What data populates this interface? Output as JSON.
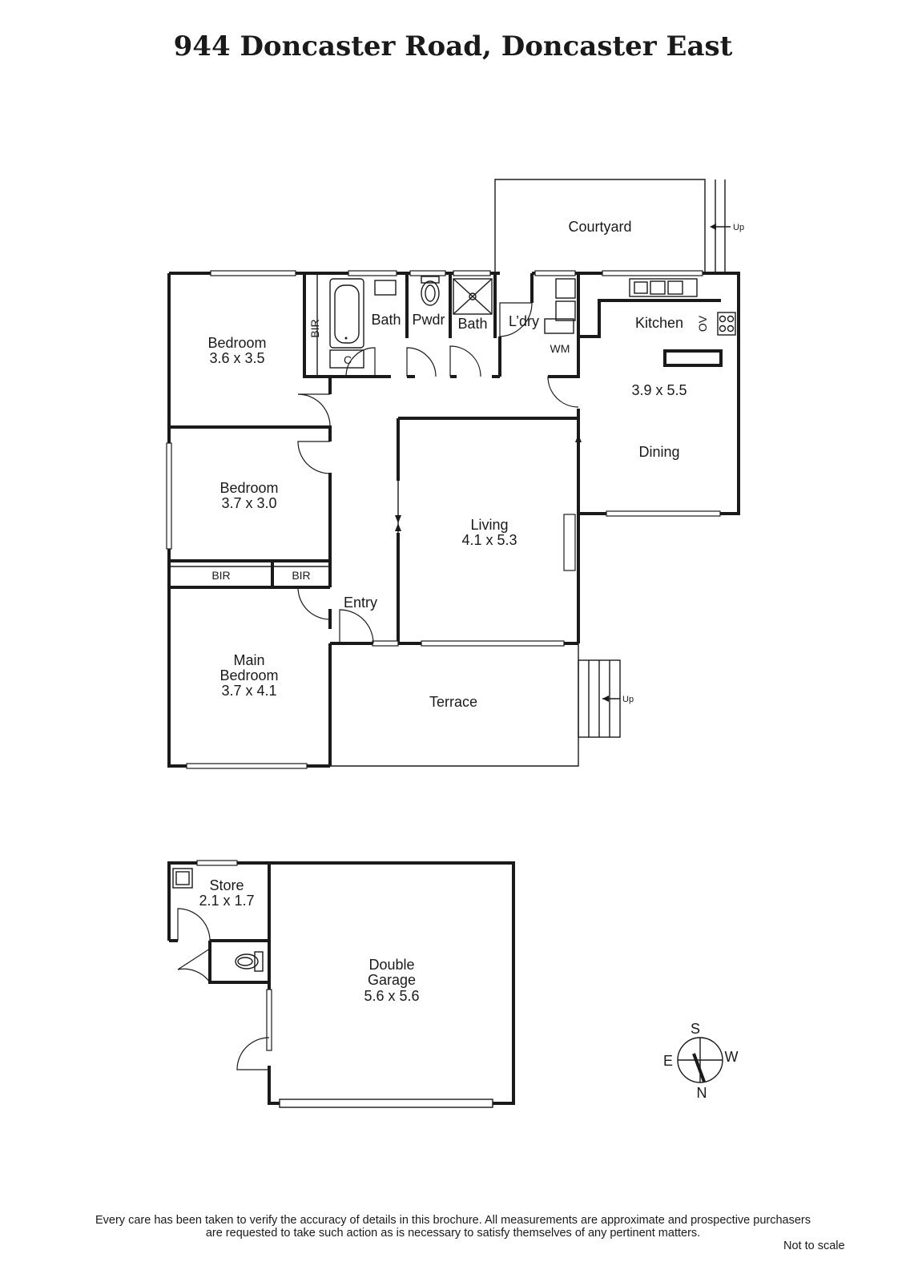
{
  "title": "944 Doncaster Road, Doncaster East",
  "rooms": {
    "courtyard": "Courtyard",
    "up_label": "Up",
    "bedroom1_name": "Bedroom",
    "bedroom1_dims": "3.6 x 3.5",
    "bir": "BIR",
    "cupboard": "C",
    "bath": "Bath",
    "powder": "Pwdr",
    "laundry": "L’dry",
    "washing_machine": "WM",
    "kitchen": "Kitchen",
    "oven": "OV",
    "kitchen_dining_dims": "3.9 x 5.5",
    "dining": "Dining",
    "bedroom2_name": "Bedroom",
    "bedroom2_dims": "3.7 x 3.0",
    "living_name": "Living",
    "living_dims": "4.1 x 5.3",
    "entry": "Entry",
    "main_bedroom_line1": "Main",
    "main_bedroom_line2": "Bedroom",
    "main_bedroom_dims": "3.7 x 4.1",
    "terrace": "Terrace",
    "store_name": "Store",
    "store_dims": "2.1 x 1.7",
    "garage_line1": "Double",
    "garage_line2": "Garage",
    "garage_dims": "5.6 x 5.6"
  },
  "compass": {
    "s": "S",
    "e": "E",
    "w": "W",
    "n": "N"
  },
  "disclaimer_line1": "Every care has been taken to verify the accuracy of details in this brochure.  All measurements are approximate and prospective purchasers",
  "disclaimer_line2": "are requested to take such action as is necessary to satisfy themselves of any pertinent matters.",
  "not_to_scale": "Not to scale"
}
